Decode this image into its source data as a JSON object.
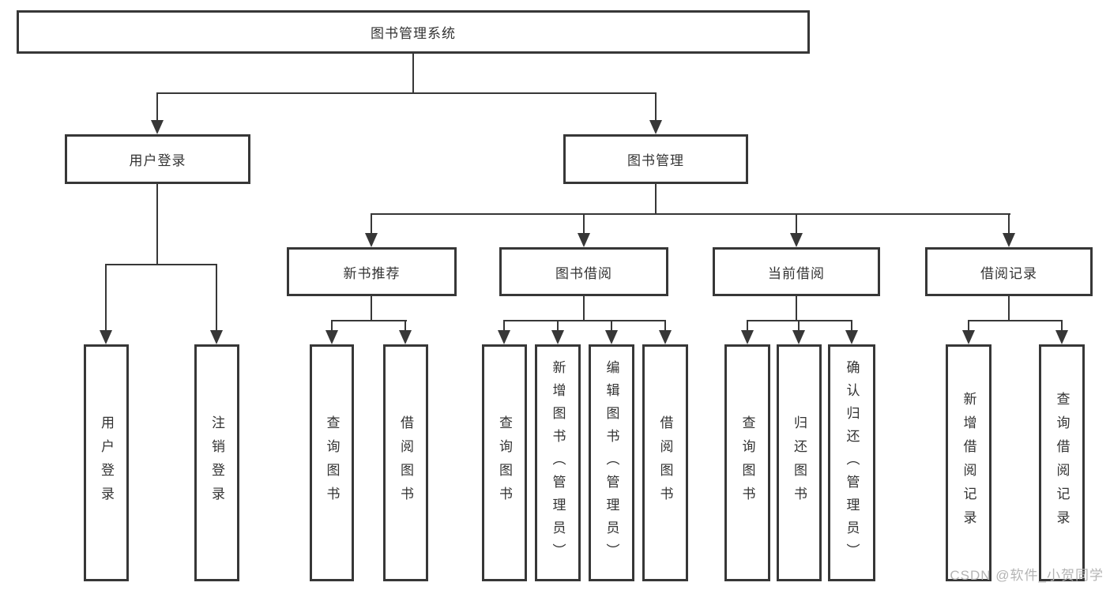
{
  "diagram_type": "tree",
  "colors": {
    "line": "#373737",
    "border": "#373737",
    "text": "#333333",
    "background": "#ffffff",
    "watermark": "#b4b4b4"
  },
  "watermark": {
    "text": "CSDN @软件_小贺同学"
  },
  "tree": {
    "label": "图书管理系统",
    "children": [
      {
        "label": "用户登录",
        "children": [
          {
            "label": "用户登录"
          },
          {
            "label": "注销登录"
          }
        ]
      },
      {
        "label": "图书管理",
        "children": [
          {
            "label": "新书推荐",
            "children": [
              {
                "label": "查询图书"
              },
              {
                "label": "借阅图书"
              }
            ]
          },
          {
            "label": "图书借阅",
            "children": [
              {
                "label": "查询图书"
              },
              {
                "label": "新增图书（管理员）"
              },
              {
                "label": "编辑图书（管理员）"
              },
              {
                "label": "借阅图书"
              }
            ]
          },
          {
            "label": "当前借阅",
            "children": [
              {
                "label": "查询图书"
              },
              {
                "label": "归还图书"
              },
              {
                "label": "确认归还（管理员）"
              }
            ]
          },
          {
            "label": "借阅记录",
            "children": [
              {
                "label": "新增借阅记录"
              },
              {
                "label": "查询借阅记录"
              }
            ]
          }
        ]
      }
    ]
  }
}
